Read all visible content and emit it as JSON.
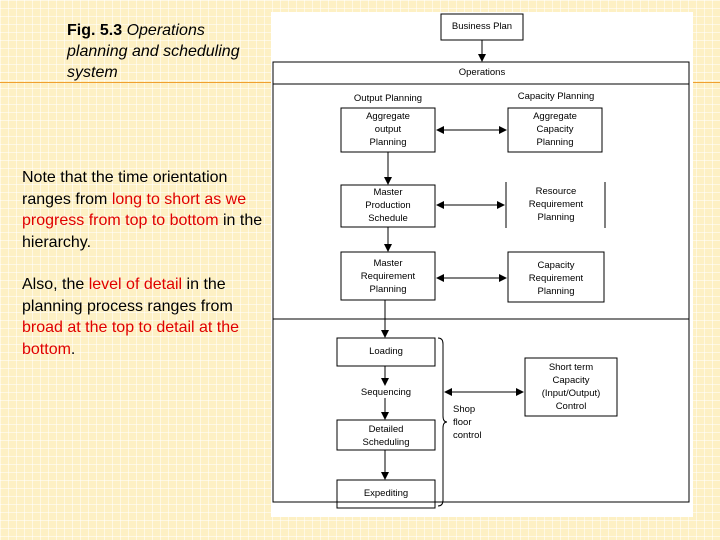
{
  "caption": {
    "fig_number": "Fig. 5.3",
    "title": "Operations planning and scheduling system"
  },
  "notes": {
    "p1": {
      "t1": "Note that the time orientation ranges from ",
      "t2": "long to short as we progress from top to bottom",
      "t3": " in the hierarchy."
    },
    "p2": {
      "t1": "Also, the ",
      "t2": "level of detail",
      "t3": " in the planning process ranges from ",
      "t4": "broad at the top to detail at the bottom",
      "t5": "."
    }
  },
  "diagram": {
    "business_plan": "Business Plan",
    "operations": "Operations",
    "output_planning": "Output Planning",
    "capacity_planning": "Capacity Planning",
    "aggregate_output_planning": "Aggregate\noutput\nPlanning",
    "aggregate_capacity_planning": "Aggregate\nCapacity\nPlanning",
    "master_production_schedule": "Master\nProduction\nSchedule",
    "resource_requirement_planning": "Resource\nRequirement\nPlanning",
    "master_requirement_planning": "Master\nRequirement\nPlanning",
    "capacity_requirement_planning": "Capacity\nRequirement\nPlanning",
    "loading": "Loading",
    "sequencing": "Sequencing",
    "detailed_scheduling": "Detailed\nScheduling",
    "expediting": "Expediting",
    "shop_floor_control": "Shop\nfloor\ncontrol",
    "short_term_capacity": "Short term\nCapacity\n(Input/Output)\nControl"
  },
  "colors": {
    "accent_red": "#e00000",
    "rule_orange": "#f0a030",
    "background": "#fdf0c4"
  }
}
